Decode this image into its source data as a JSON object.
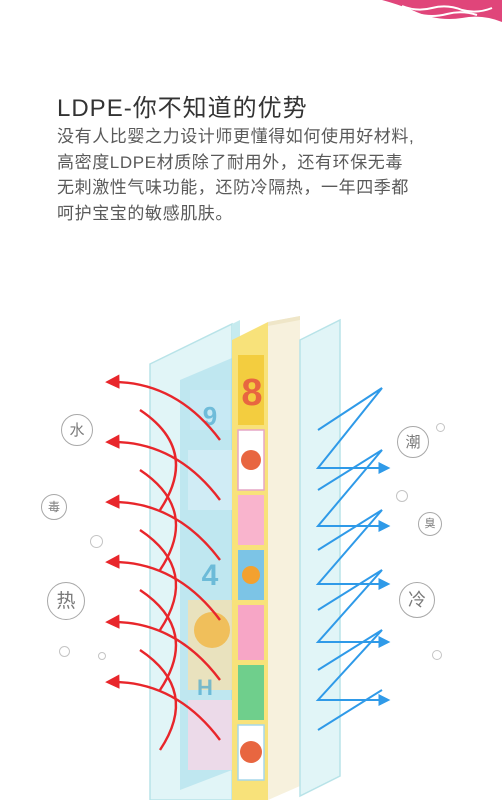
{
  "headline": "LDPE-你不知道的优势",
  "body_lines": [
    "没有人比婴之力设计师更懂得如何使用好材料,",
    "高密度LDPE材质除了耐用外，还有环保无毒",
    "无刺激性气味功能，还防冷隔热，一年四季都",
    "呵护宝宝的敏感肌肤。"
  ],
  "labels_left": {
    "water": "水",
    "toxic": "毒",
    "heat": "热"
  },
  "labels_right": {
    "humid": "潮",
    "odor": "臭",
    "cold": "冷"
  },
  "mat_numbers": {
    "eight": "8",
    "nine": "9",
    "four": "4",
    "h": "H"
  },
  "colors": {
    "arrow_red": "#e8262b",
    "arrow_blue": "#2f9ae8",
    "film": "#cfeef2",
    "mat_yellow": "#f6d63a",
    "mat_pink": "#f7a6c6"
  }
}
